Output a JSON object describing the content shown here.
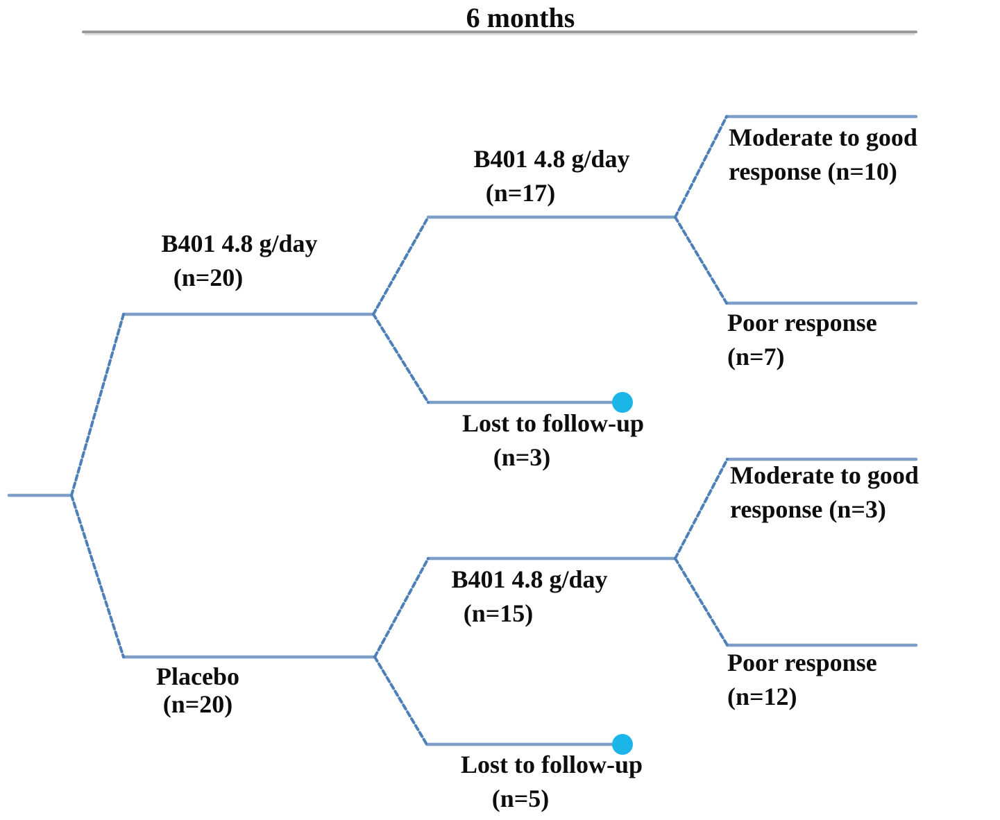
{
  "title": "6 months",
  "colors": {
    "branch_line": "#7d9fc7",
    "diagonal_line": "#4d7fb9",
    "endpoint_dot": "#1cb5e8",
    "timeline_rule": "#9c9c9c",
    "timeline_rule_shadow": "#dcdcdc",
    "label_text": "#0d0d0d"
  },
  "tree": {
    "arm_b401": {
      "line1": "B401 4.8 g/day",
      "line2": "(n=20)"
    },
    "arm_placebo": {
      "line1": "Placebo",
      "line2": "(n=20)"
    },
    "b401_month6": {
      "line1": "B401 4.8 g/day",
      "line2": "(n=17)"
    },
    "b401_lost": {
      "line1": "Lost to follow-up",
      "line2": "(n=3)"
    },
    "b401_moderate": {
      "line1": "Moderate to good",
      "line2": "response (n=10)"
    },
    "b401_poor": {
      "line1": "Poor response",
      "line2": "(n=7)"
    },
    "placebo_month6": {
      "line1": "B401 4.8 g/day",
      "line2": "(n=15)"
    },
    "placebo_lost": {
      "line1": "Lost to follow-up",
      "line2": "(n=5)"
    },
    "placebo_moderate": {
      "line1": "Moderate to good",
      "line2": "response (n=3)"
    },
    "placebo_poor": {
      "line1": "Poor response",
      "line2": "(n=12)"
    }
  }
}
